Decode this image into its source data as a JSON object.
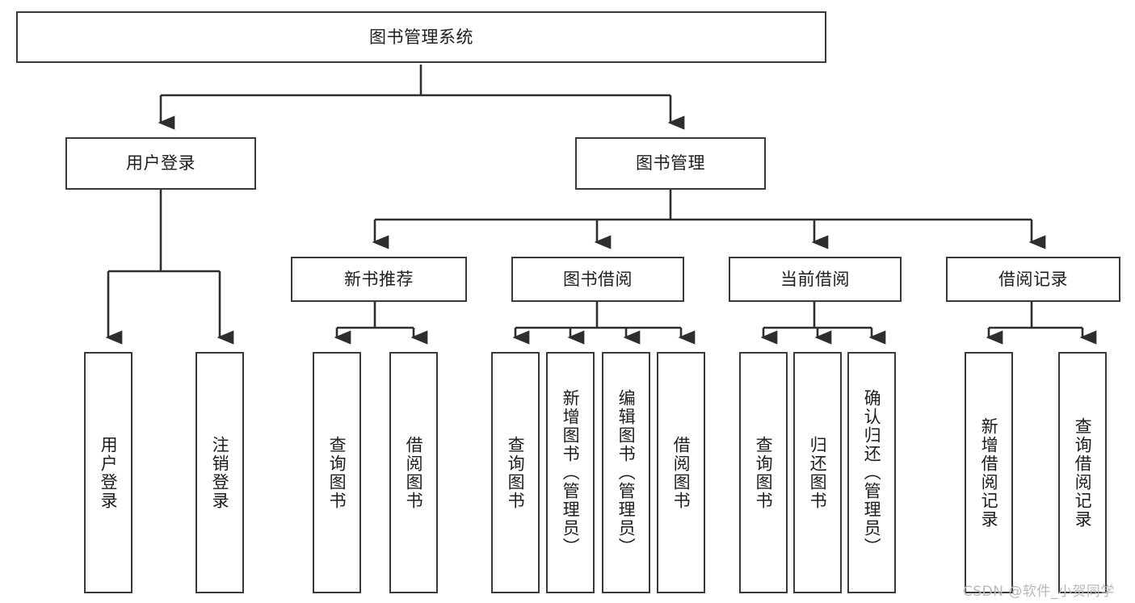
{
  "diagram": {
    "title": "图书管理系统",
    "type": "tree-hierarchy-diagram",
    "root": {
      "id": "root",
      "label": "图书管理系统"
    },
    "level1": [
      {
        "id": "user-login",
        "label": "用户登录"
      },
      {
        "id": "book-manage",
        "label": "图书管理"
      }
    ],
    "level2": [
      {
        "id": "new-book-rec",
        "label": "新书推荐",
        "parent": "book-manage"
      },
      {
        "id": "book-borrow",
        "label": "图书借阅",
        "parent": "book-manage"
      },
      {
        "id": "current-borrow",
        "label": "当前借阅",
        "parent": "book-manage"
      },
      {
        "id": "borrow-record",
        "label": "借阅记录",
        "parent": "book-manage"
      }
    ],
    "leaves": [
      {
        "id": "leaf-user-login",
        "label": "用户登录",
        "parent": "user-login"
      },
      {
        "id": "leaf-logout",
        "label": "注销登录",
        "parent": "user-login"
      },
      {
        "id": "leaf-query-book-1",
        "label": "查询图书",
        "parent": "new-book-rec"
      },
      {
        "id": "leaf-borrow-book-1",
        "label": "借阅图书",
        "parent": "new-book-rec"
      },
      {
        "id": "leaf-query-book-2",
        "label": "查询图书",
        "parent": "book-borrow"
      },
      {
        "id": "leaf-add-book",
        "label": "新增图书（管理员）",
        "parent": "book-borrow"
      },
      {
        "id": "leaf-edit-book",
        "label": "编辑图书（管理员）",
        "parent": "book-borrow"
      },
      {
        "id": "leaf-borrow-book-2",
        "label": "借阅图书",
        "parent": "book-borrow"
      },
      {
        "id": "leaf-query-book-3",
        "label": "查询图书",
        "parent": "current-borrow"
      },
      {
        "id": "leaf-return-book",
        "label": "归还图书",
        "parent": "current-borrow"
      },
      {
        "id": "leaf-confirm-return",
        "label": "确认归还（管理员）",
        "parent": "current-borrow"
      },
      {
        "id": "leaf-add-record",
        "label": "新增借阅记录",
        "parent": "borrow-record"
      },
      {
        "id": "leaf-query-record",
        "label": "查询借阅记录",
        "parent": "borrow-record"
      }
    ],
    "watermark": "CSDN @软件_小贺同学",
    "colors": {
      "stroke": "#3a3a3a",
      "background": "#ffffff",
      "text": "#1d1d1d",
      "watermark": "#b9b9b9"
    }
  }
}
